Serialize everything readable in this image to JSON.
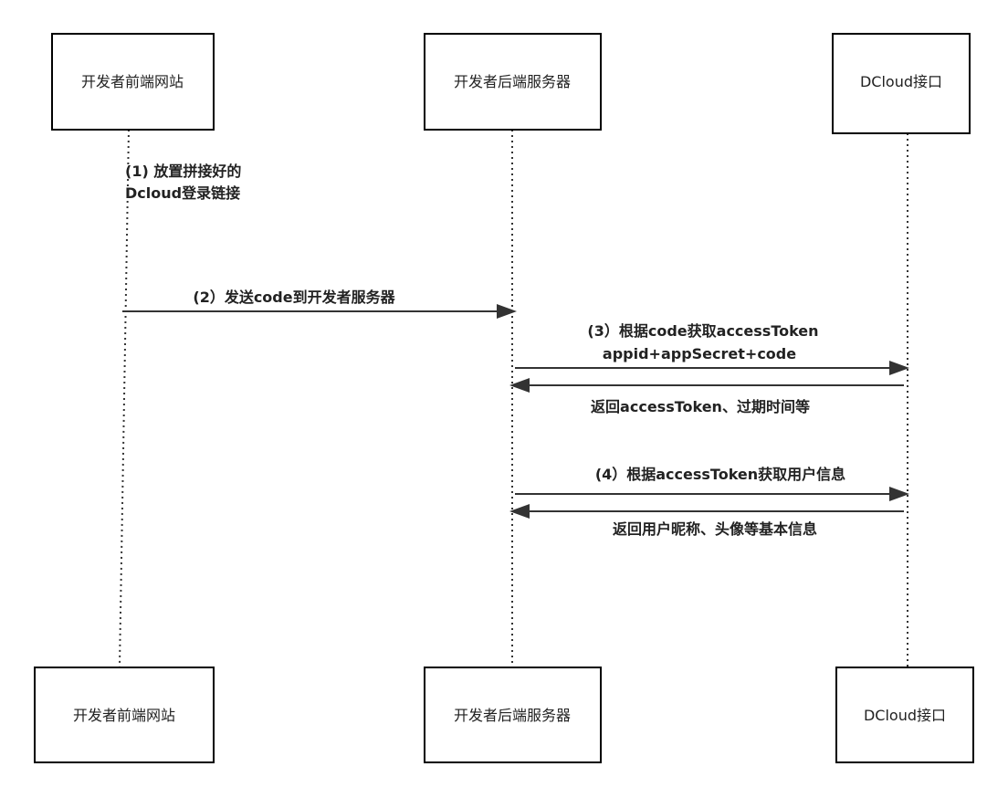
{
  "participants": [
    {
      "id": "frontend",
      "top_label": "开发者前端网站",
      "bottom_label": "开发者前端网站"
    },
    {
      "id": "backend",
      "top_label": "开发者后端服务器",
      "bottom_label": "开发者后端服务器"
    },
    {
      "id": "dcloud",
      "top_label": "DCloud接口",
      "bottom_label": "DCloud接口"
    }
  ],
  "notes": {
    "step1_line1": "(1) 放置拼接好的",
    "step1_line2": "Dcloud登录链接"
  },
  "messages": {
    "step2": "(2）发送code到开发者服务器",
    "step3_line1": "(3）根据code获取accessToken",
    "step3_line2": "appid+appSecret+code",
    "step3_return": "返回accessToken、过期时间等",
    "step4": "(4）根据accessToken获取用户信息",
    "step4_return": "返回用户昵称、头像等基本信息"
  }
}
